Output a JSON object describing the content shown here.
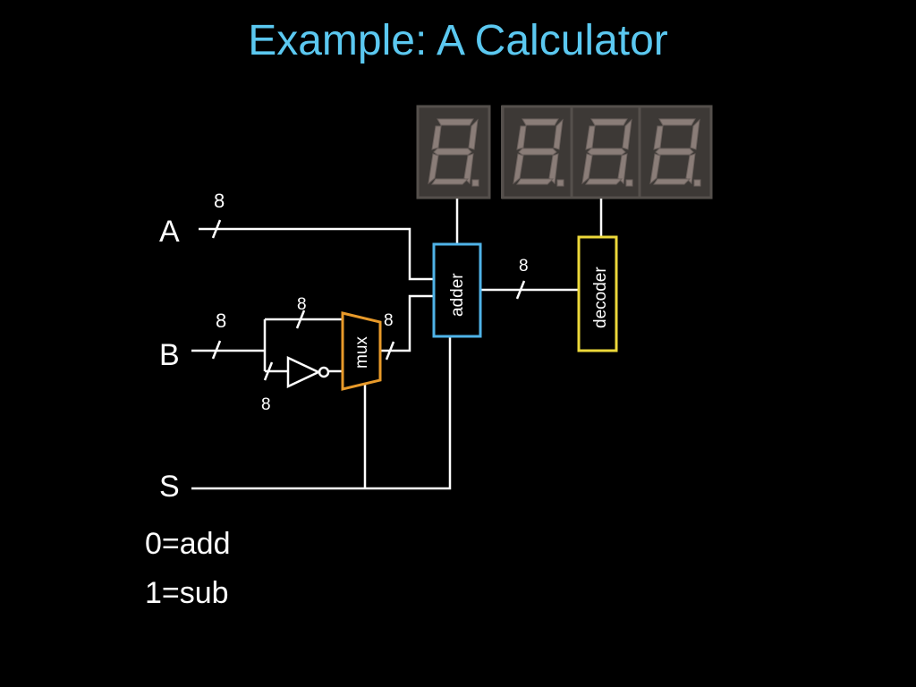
{
  "title": "Example: A Calculator",
  "inputs": {
    "a": "A",
    "b": "B",
    "s": "S"
  },
  "bus_widths": {
    "a": "8",
    "b": "8",
    "b_direct": "8",
    "b_inverted": "8",
    "mux_out": "8",
    "adder_out": "8"
  },
  "blocks": {
    "adder": "adder",
    "mux": "mux",
    "decoder": "decoder"
  },
  "legend": {
    "add": "0=add",
    "sub": "1=sub"
  },
  "colors": {
    "title": "#5bc8f0",
    "adder": "#4fb3e8",
    "mux": "#e89a2a",
    "decoder": "#ecd83a",
    "display": "#8a7d78"
  },
  "icons": {
    "display": "seven-segment-digit-icon",
    "inverter": "not-gate-icon"
  },
  "display_digits": 4
}
